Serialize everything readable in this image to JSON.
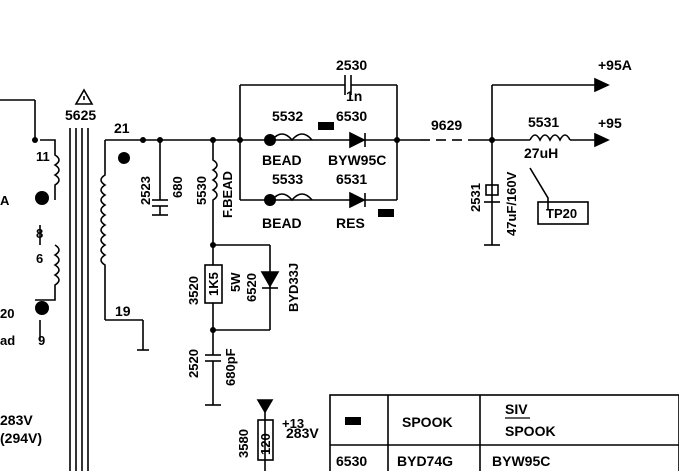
{
  "labels": {
    "tr_5625": "5625",
    "pin_21": "21",
    "pin_11": "11",
    "pin_8": "8",
    "pin_6": "6",
    "pin_20": "20",
    "pin_9": "9",
    "pin_19": "19",
    "c_2530": "2530",
    "c_2530_val": "1n",
    "b_5532": "5532",
    "d_6530": "6530",
    "bead_top": "BEAD",
    "d_byw": "BYW95C",
    "b_5533": "5533",
    "d_6531": "6531",
    "bead_bot": "BEAD",
    "res": "RES",
    "n_9629": "9629",
    "l_5531": "5531",
    "l_val": "27uH",
    "tp20": "TP20",
    "out_95a": "+95A",
    "out_95": "+95",
    "c_2531": "2531",
    "c_2531_val": "47uF/160V",
    "c_2523": "2523",
    "c_2523_val": "680",
    "l_5530": "5530",
    "l_5530_val": "F.BEAD",
    "r_3520": "3520",
    "r_3520_val": "1K5",
    "r_3520_w": "5W",
    "d_6520": "6520",
    "d_6520_type": "BYD33J",
    "c_2520": "2520",
    "c_2520_val": "680pF",
    "plus13": "+13",
    "r_3580": "3580",
    "r_3580_val": "120",
    "volt": "283V",
    "volt2": "(294V)",
    "pin_ad": "ad",
    "pin_a": "A"
  },
  "table": {
    "header": [
      "",
      "SPOOK",
      "SIV / SPOOK"
    ],
    "rows": [
      [
        "6530",
        "BYD74G",
        "BYW95C"
      ]
    ]
  }
}
